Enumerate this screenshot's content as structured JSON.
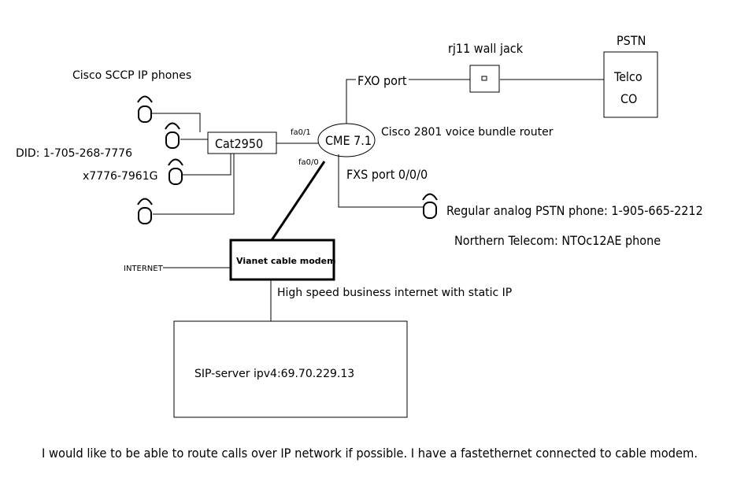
{
  "labels": {
    "pstn": "PSTN",
    "telco_line1": "Telco",
    "telco_line2": "CO",
    "wall_jack": "rj11 wall jack",
    "fxo_port": "FXO port",
    "sccp_phones": "Cisco SCCP IP phones",
    "did": "DID: 1-705-268-7776",
    "extension": "x7776-7961G",
    "switch": "Cat2950",
    "fa01": "fa0/1",
    "fa00": "fa0/0",
    "router": "CME 7.1",
    "router_desc": "Cisco 2801 voice bundle router",
    "fxs_port": "FXS port 0/0/0",
    "analog_phone": "Regular analog PSTN phone: 1-905-665-2212",
    "nortel_phone": "Northern Telecom: NTOc12AE phone",
    "internet": "INTERNET",
    "modem": "Vianet cable modem",
    "internet_desc": "High speed business internet with static IP",
    "sip_server": "SIP-server ipv4:69.70.229.13",
    "footer": "I would like to be able to route calls over IP network if possible. I have a fastethernet connected to cable modem."
  },
  "icons": [
    "ip-phone-icon",
    "analog-phone-icon",
    "wall-jack-icon"
  ]
}
